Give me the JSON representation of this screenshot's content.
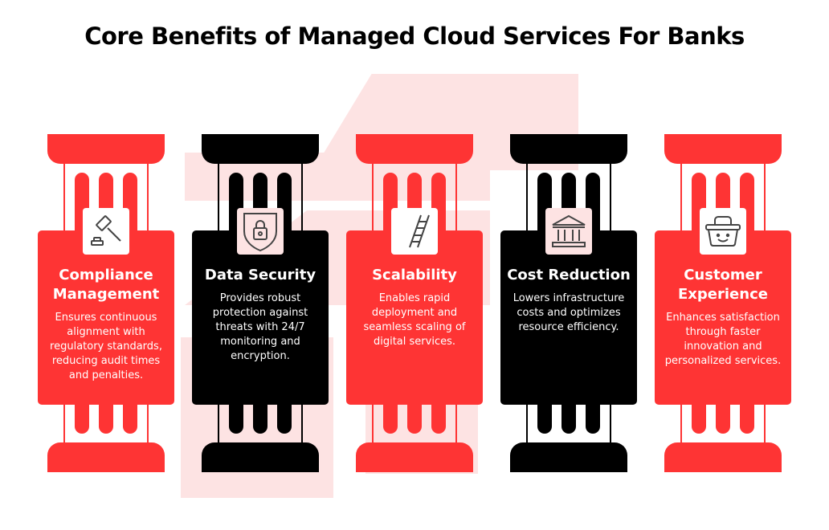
{
  "title": "Core Benefits of Managed Cloud Services For Banks",
  "colors": {
    "red": "#fe3434",
    "black": "#000000",
    "pink": "#fde3e3"
  },
  "pillars": [
    {
      "theme": "red",
      "icon": "gavel-icon",
      "heading": "Compliance Management",
      "text": "Ensures continuous alignment with regulatory standards, reducing audit times and penalties."
    },
    {
      "theme": "black",
      "icon": "shield-lock-icon",
      "heading": "Data Security",
      "text": "Provides robust protection against threats with 24/7 monitoring and encryption."
    },
    {
      "theme": "red",
      "icon": "ladder-icon",
      "heading": "Scalability",
      "text": "Enables rapid deployment and seamless scaling of digital services."
    },
    {
      "theme": "black",
      "icon": "bank-icon",
      "heading": "Cost Reduction",
      "text": "Lowers infrastructure costs and optimizes resource efficiency."
    },
    {
      "theme": "red",
      "icon": "smiling-basket-icon",
      "heading": "Customer Experience",
      "text": "Enhances satisfaction through faster innovation and personalized services."
    }
  ]
}
